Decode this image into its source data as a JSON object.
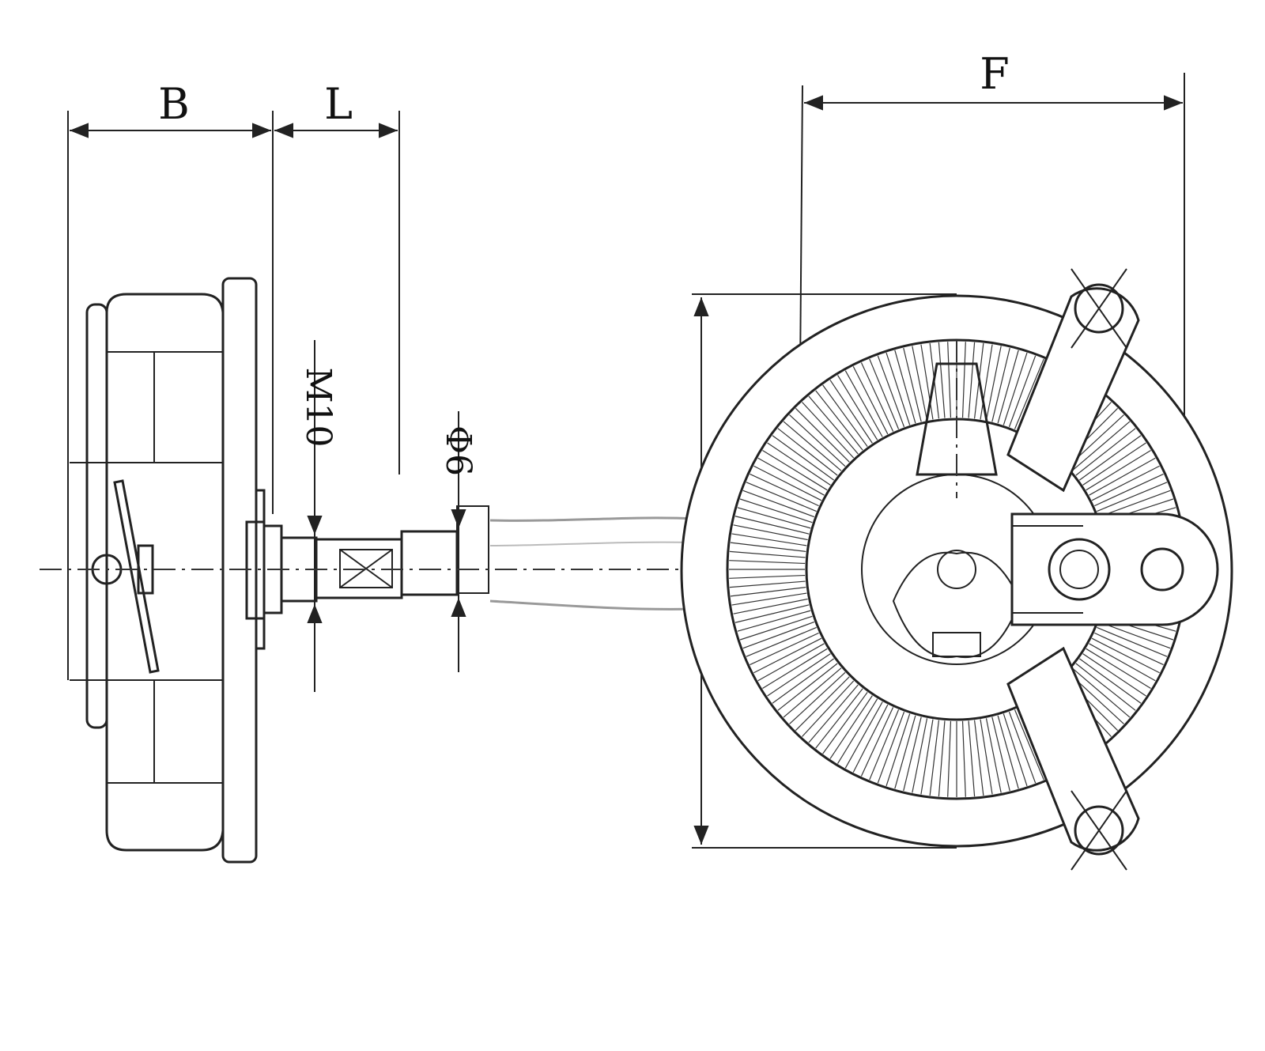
{
  "labels": {
    "B": "B",
    "L": "L",
    "F": "F",
    "M10": "M10",
    "D6": "Φ6"
  }
}
